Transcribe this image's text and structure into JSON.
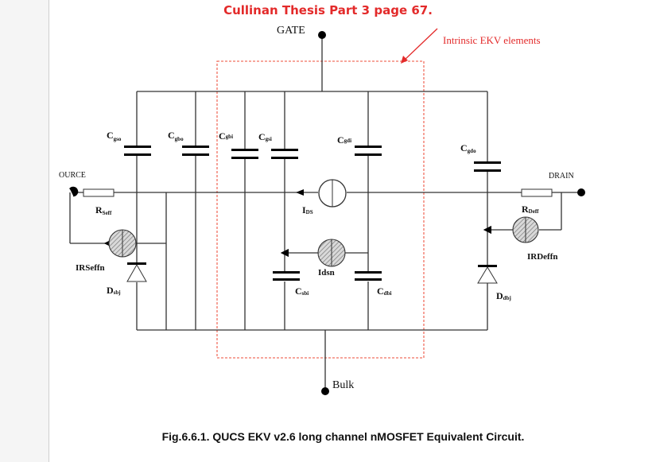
{
  "page": {
    "title": "Cullinan Thesis Part 3 page 67.",
    "caption": "Fig.6.6.1. QUCS EKV v2.6 long channel nMOSFET Equivalent Circuit."
  },
  "annotation": {
    "text": "Intrinsic EKV elements",
    "color": "#e32a2a"
  },
  "terminals": {
    "gate": "GATE",
    "source": "OURCE",
    "drain": "DRAIN",
    "bulk": "Bulk"
  },
  "capacitors": {
    "cgso": {
      "main": "C",
      "sub": "gso"
    },
    "cgbo": {
      "main": "C",
      "sub": "gbo"
    },
    "cgbi": {
      "main": "C",
      "sub": "gbi"
    },
    "cgsi": {
      "main": "C",
      "sub": "gsi"
    },
    "cgdi": {
      "main": "C",
      "sub": "gdi"
    },
    "cgdo": {
      "main": "C",
      "sub": "gdo"
    },
    "csbi": {
      "main": "C",
      "sub": "sbi"
    },
    "cdbi": {
      "main": "C",
      "sub": "dbi"
    }
  },
  "resistors": {
    "rseff": {
      "main": "R",
      "sub": "Seff"
    },
    "rdeff": {
      "main": "R",
      "sub": "Deff"
    }
  },
  "sources": {
    "ids": {
      "main": "I",
      "sub": "DS"
    },
    "idsn": "Idsn",
    "irseffn": "IRSeffn",
    "irdeffn": "IRDeffn"
  },
  "diodes": {
    "dsbj": {
      "main": "D",
      "sub": "sbj"
    },
    "ddbj": {
      "main": "D",
      "sub": "dbj"
    }
  }
}
